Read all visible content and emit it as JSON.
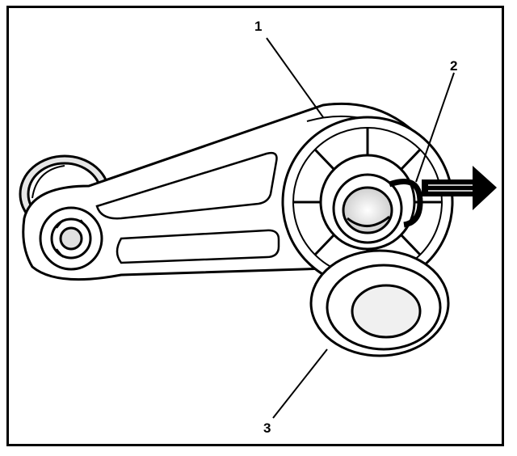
{
  "callouts": {
    "c1": {
      "label": "1"
    },
    "c2": {
      "label": "2"
    },
    "c3": {
      "label": "3"
    }
  },
  "colors": {
    "ink": "#000000",
    "paper": "#ffffff",
    "shade": "#d9d9d9"
  },
  "icons": {
    "arrow": "right-arrow-icon"
  }
}
